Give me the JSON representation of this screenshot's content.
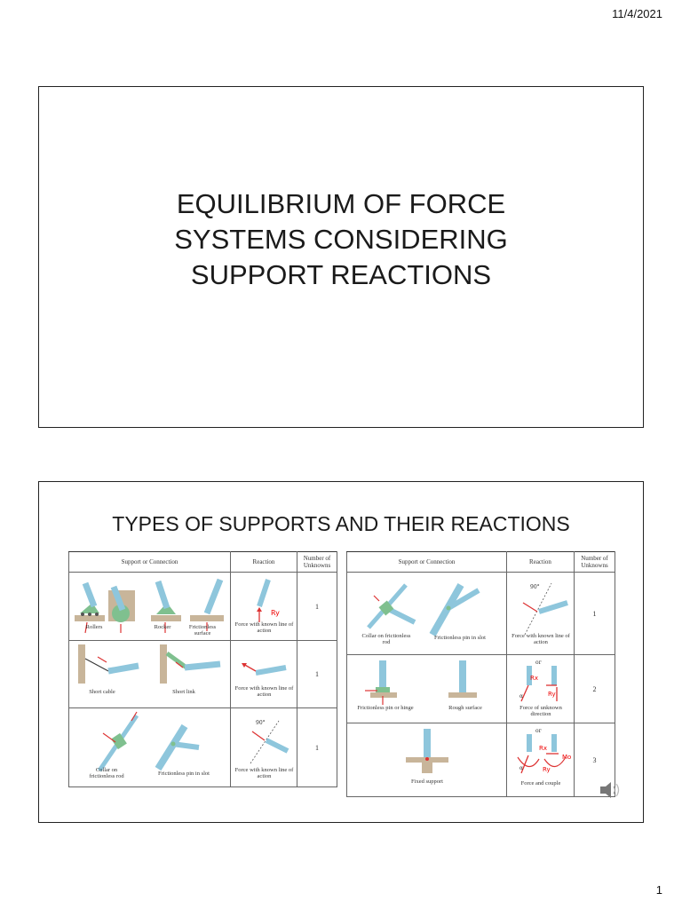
{
  "header": {
    "date": "11/4/2021"
  },
  "footer": {
    "page_number": "1"
  },
  "slide1": {
    "title_lines": [
      "EQUILIBRIUM OF FORCE",
      "SYSTEMS CONSIDERING",
      "SUPPORT REACTIONS"
    ]
  },
  "slide2": {
    "title": "TYPES OF SUPPORTS AND THEIR REACTIONS",
    "table_left": {
      "headers": [
        "Support or Connection",
        "Reaction",
        "Number of Unknowns"
      ],
      "rows": [
        {
          "supports": [
            "Rollers",
            "Rocker",
            "Frictionless surface"
          ],
          "reaction": "Force with known line of action",
          "unknowns": "1",
          "annotation": "Ry"
        },
        {
          "supports": [
            "Short cable",
            "Short link"
          ],
          "reaction": "Force with known line of action",
          "unknowns": "1"
        },
        {
          "supports": [
            "Collar on frictionless rod",
            "Frictionless pin in slot"
          ],
          "reaction": "Force with known line of action",
          "unknowns": "1",
          "angle": "90°"
        }
      ]
    },
    "table_right": {
      "headers": [
        "Support or Connection",
        "Reaction",
        "Number of Unknowns"
      ],
      "rows": [
        {
          "supports": [
            "Collar on frictionless rod",
            "Frictionless pin in slot"
          ],
          "reaction": "Force with known line of action",
          "unknowns": "1",
          "angle": "90°"
        },
        {
          "supports": [
            "Frictionless pin or hinge",
            "Rough surface"
          ],
          "reaction": "Force of unknown direction",
          "unknowns": "2",
          "or_label": "or",
          "alpha": "α",
          "annotations": [
            "Rx",
            "Ry"
          ]
        },
        {
          "supports": [
            "Fixed support"
          ],
          "reaction": "Force and couple",
          "unknowns": "3",
          "or_label": "or",
          "alpha": "α",
          "annotations": [
            "Rx",
            "Ry",
            "Mo"
          ]
        }
      ]
    }
  }
}
